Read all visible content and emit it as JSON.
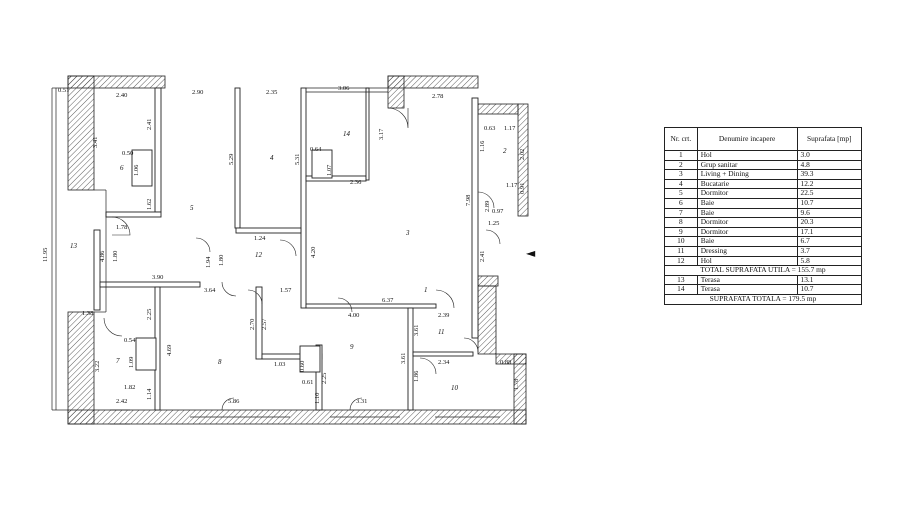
{
  "rooms_table": {
    "headers": [
      "Nr. crt.",
      "Denumire incapere",
      "Suprafata [mp]"
    ],
    "rows": [
      {
        "nr": "1",
        "name": "Hol",
        "area": "3.0"
      },
      {
        "nr": "2",
        "name": "Grup sanitar",
        "area": "4.8"
      },
      {
        "nr": "3",
        "name": "Living + Dining",
        "area": "39.3"
      },
      {
        "nr": "4",
        "name": "Bucatarie",
        "area": "12.2"
      },
      {
        "nr": "5",
        "name": "Dormitor",
        "area": "22.5"
      },
      {
        "nr": "6",
        "name": "Baie",
        "area": "10.7"
      },
      {
        "nr": "7",
        "name": "Baie",
        "area": "9.6"
      },
      {
        "nr": "8",
        "name": "Dormitor",
        "area": "20.3"
      },
      {
        "nr": "9",
        "name": "Dormitor",
        "area": "17.1"
      },
      {
        "nr": "10",
        "name": "Baie",
        "area": "6.7"
      },
      {
        "nr": "11",
        "name": "Dressing",
        "area": "3.7"
      },
      {
        "nr": "12",
        "name": "Hol",
        "area": "5.8"
      }
    ],
    "total_useful": "TOTAL SUPRAFATA UTILA = 155.7 mp",
    "terrace_rows": [
      {
        "nr": "13",
        "name": "Terasa",
        "area": "13.1"
      },
      {
        "nr": "14",
        "name": "Terasa",
        "area": "10.7"
      }
    ],
    "total": "SUPRAFATA TOTALA = 179.5 mp"
  },
  "plan": {
    "room_numbers": [
      "1",
      "2",
      "3",
      "4",
      "5",
      "6",
      "7",
      "8",
      "9",
      "10",
      "11",
      "12",
      "13",
      "14"
    ],
    "dimensions": [
      "0.51",
      "2.40",
      "2.90",
      "2.35",
      "3.06",
      "2.78",
      "3.41",
      "2.41",
      "0.50",
      "1.06",
      "5.29",
      "5.31",
      "0.64",
      "1.07",
      "3.17",
      "2.36",
      "7.98",
      "0.63",
      "1.17",
      "1.16",
      "2.02",
      "1.17",
      "0.91",
      "2.89",
      "0.97",
      "1.25",
      "1.62",
      "1.78",
      "1.24",
      "4.20",
      "2.41",
      "11.95",
      "4.86",
      "1.80",
      "1.94",
      "1.80",
      "3.90",
      "3.64",
      "1.57",
      "6.37",
      "1.38",
      "2.25",
      "2.70",
      "2.57",
      "4.00",
      "2.39",
      "3.61",
      "0.54",
      "1.09",
      "4.69",
      "1.03",
      "0.60",
      "0.61",
      "2.25",
      "3.61",
      "2.34",
      "0.88",
      "3.22",
      "1.82",
      "1.14",
      "1.10",
      "1.78",
      "1.86",
      "2.42",
      "5.86",
      "3.31"
    ],
    "entrance_marker": "◄"
  }
}
